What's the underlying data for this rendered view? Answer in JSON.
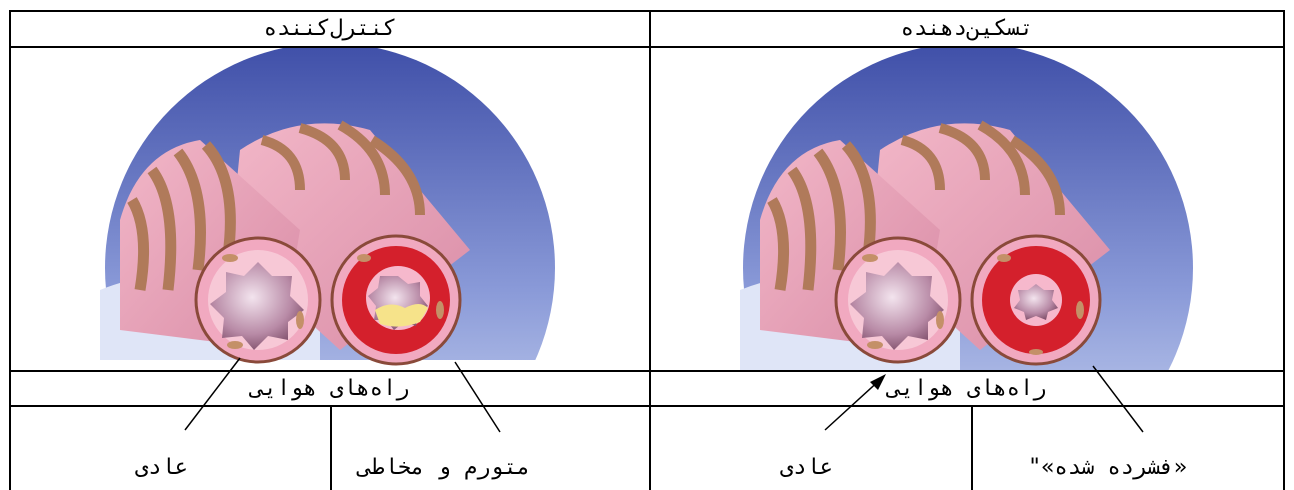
{
  "headers": {
    "left": "کنترل‌کننده",
    "right": "تسکین‌دهنده"
  },
  "airways_label": {
    "left": "راه‌های هوایی",
    "right": "راه‌های هوایی"
  },
  "bottom_labels": {
    "left_normal": "عادی",
    "left_swollen": "متورم و مخاطی",
    "right_normal": "عادی",
    "right_squeezed": "\"«فشرده شده»"
  },
  "colors": {
    "sky_top": "#3f4fa8",
    "sky_bottom": "#c9d6f2",
    "airway_pink": "#e9a0b8",
    "airway_band": "#b07a5a",
    "inflamed_red": "#d4202c",
    "mucus_yellow": "#f6e38a"
  }
}
